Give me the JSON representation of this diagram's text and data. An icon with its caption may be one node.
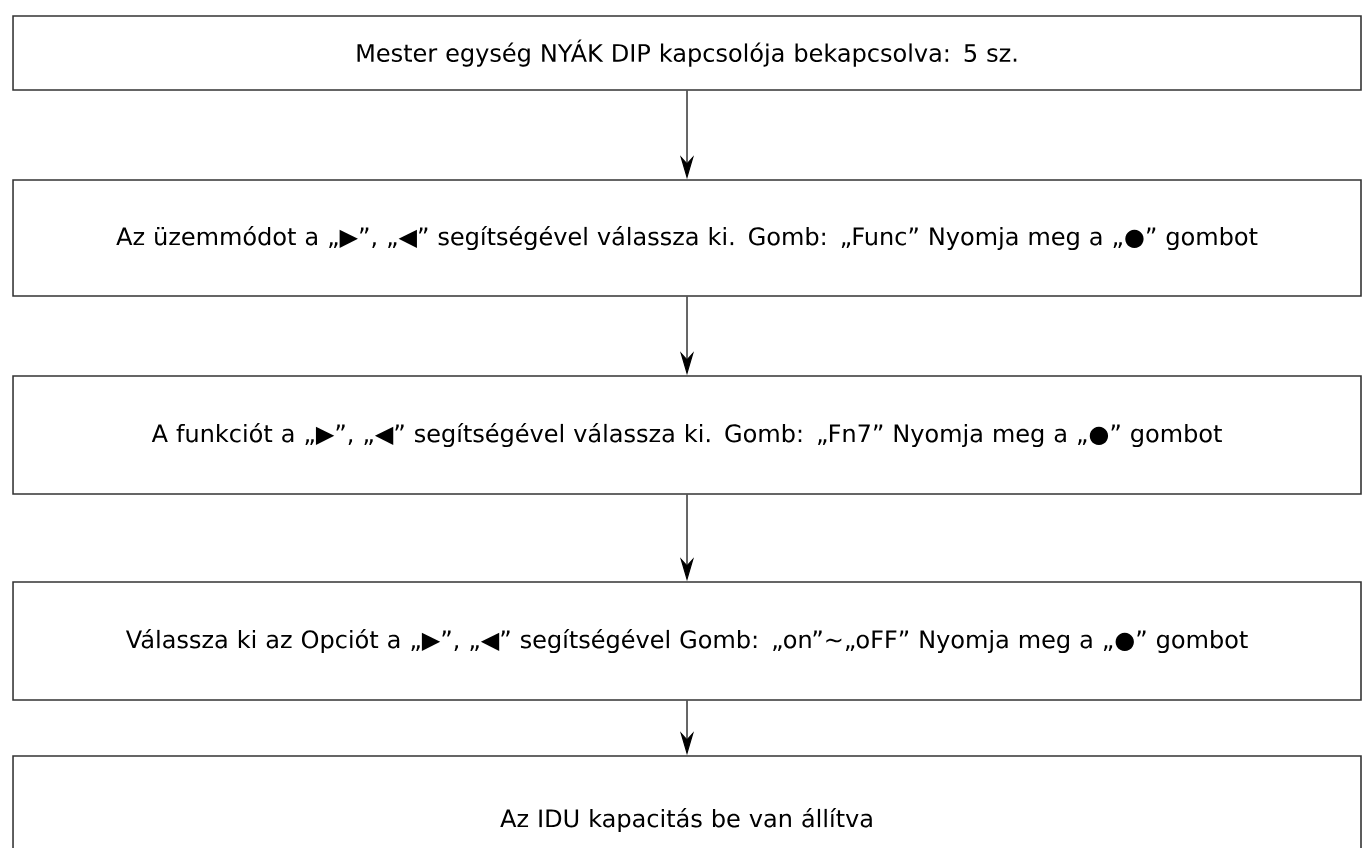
{
  "diagram": {
    "nodes": [
      {
        "text": [
          "Mester egység NYÁK DIP kapcsolója bekapcsolva: 5 sz."
        ]
      },
      {
        "text": [
          "Az üzemmódot a „▶”, „◀” segítségével válassza ki. Gomb: „Func” Nyomja meg a „●” gombot"
        ]
      },
      {
        "text": [
          "A funkciót a „▶”, „◀” segítségével válassza ki. Gomb: „Fn7” Nyomja meg a „●” gombot"
        ]
      },
      {
        "text": [
          "Válassza ki az Opciót a „▶”, „◀” segítségével Gomb: „on”~„oFF” Nyomja meg a „●” gombot"
        ]
      },
      {
        "text": [
          "Az IDU kapacitás be van állítva"
        ]
      }
    ],
    "edges": [
      {
        "from": 0,
        "to": 1,
        "arrow": "to"
      },
      {
        "from": 1,
        "to": 2,
        "arrow": "to"
      },
      {
        "from": 2,
        "to": 3,
        "arrow": "to"
      },
      {
        "from": 3,
        "to": 4,
        "arrow": "to"
      }
    ]
  }
}
